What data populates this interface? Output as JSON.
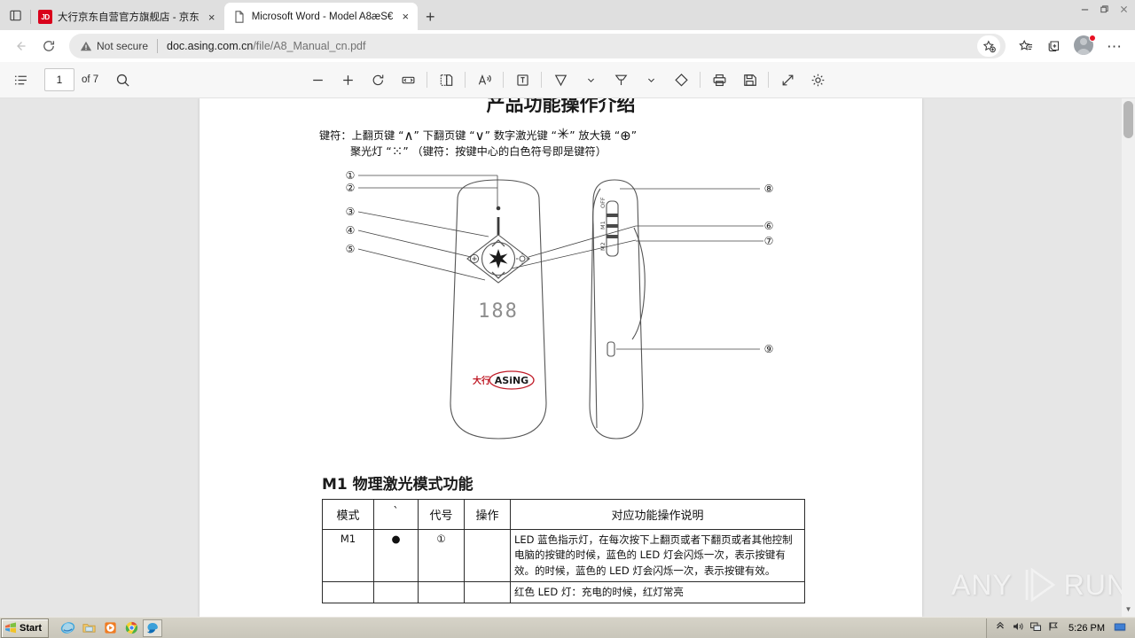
{
  "window": {
    "minimize_label": "Minimize",
    "restore_label": "Restore",
    "close_label": "Close"
  },
  "tabs": [
    {
      "title": "大行京东自营官方旗舰店 - 京东",
      "favicon": "jd-favicon",
      "active": false,
      "close_label": "×"
    },
    {
      "title": "Microsoft Word - Model A8æŠ€",
      "favicon": "document-icon",
      "active": true,
      "close_label": "×"
    }
  ],
  "newtab_label": "+",
  "tab_list_icon": "tab-actions-icon",
  "navigation": {
    "back_label": "Back",
    "refresh_label": "Refresh",
    "security_text": "Not secure",
    "url_host": "doc.asing.com.cn",
    "url_path": "/file/A8_Manual_cn.pdf",
    "add_favorite_label": "Add this page to favorites",
    "favorites_label": "Favorites",
    "collections_label": "Collections",
    "profile_label": "Profile",
    "settings_label": "Settings and more"
  },
  "pdf_toolbar": {
    "toc_label": "Table of contents",
    "page_value": "1",
    "page_count_label": "of 7",
    "search_label": "Find",
    "zoom_out_label": "Zoom out",
    "zoom_in_label": "Zoom in",
    "rotate_label": "Rotate",
    "fit_label": "Fit to page",
    "page_view_label": "Page view",
    "read_aloud_label": "Read aloud",
    "add_text_label": "Add text",
    "draw_label": "Draw",
    "draw_menu_label": "Drawing options",
    "highlight_label": "Highlight",
    "highlight_menu_label": "Highlight options",
    "erase_label": "Erase",
    "print_label": "Print",
    "save_label": "Save",
    "fullscreen_label": "Full screen",
    "more_settings_label": "More settings"
  },
  "document": {
    "title": "产品功能操作介绍",
    "key_symbol_line1_prefix": "键符：上翻页键 “",
    "key_symbol_g1": "∧",
    "key_symbol_mid1": "”    下翻页键 “",
    "key_symbol_g2": "∨",
    "key_symbol_mid2": "”     数字激光键 “",
    "key_symbol_g3": "✳",
    "key_symbol_mid3": "” 放大镜 “",
    "key_symbol_g4": "⊕",
    "key_symbol_end": "”",
    "key_symbol_line2_prefix": "聚光灯 “",
    "key_symbol_g5": "⁙",
    "key_symbol_line2_suffix": "”   （键符：按键中心的白色符号即是键符）",
    "callouts": [
      "①",
      "②",
      "③",
      "④",
      "⑤",
      "⑥",
      "⑦",
      "⑧",
      "⑨"
    ],
    "display_value": "188",
    "brand_cn": "大行",
    "brand_en": "ASiNG",
    "switch_labels": [
      "OFF",
      "M1",
      "M2"
    ],
    "section_title": "M1 物理激光模式功能",
    "table": {
      "headers": [
        "模式",
        "`",
        "代号",
        "操作",
        "对应功能操作说明"
      ],
      "rows": [
        {
          "mode": "M1",
          "mark": "●",
          "code": "①",
          "action": "",
          "description": "LED 蓝色指示灯，在每次按下上翻页或者下翻页或者其他控制电脑的按键的时候，蓝色的 LED 灯会闪烁一次，表示按键有效。的时候，蓝色的 LED 灯会闪烁一次，表示按键有效。"
        },
        {
          "mode": "",
          "mark": "",
          "code": "",
          "action": "",
          "description": "红色 LED 灯：充电的时候，红灯常亮"
        }
      ]
    }
  },
  "watermark": {
    "text_left": "ANY",
    "text_right": "RUN",
    "icon": "play-triangle-icon"
  },
  "taskbar": {
    "start_label": "Start",
    "quicklaunch": [
      {
        "name": "internet-explorer-icon",
        "selected": false
      },
      {
        "name": "file-explorer-icon",
        "selected": false
      },
      {
        "name": "media-player-icon",
        "selected": false
      },
      {
        "name": "chrome-icon",
        "selected": false
      },
      {
        "name": "edge-icon",
        "selected": true
      }
    ],
    "tray_icons": [
      "show-hidden-icons",
      "volume-icon",
      "network-icon",
      "flag-icon"
    ],
    "time": "5:26 PM",
    "show_desktop_label": "Show desktop"
  }
}
